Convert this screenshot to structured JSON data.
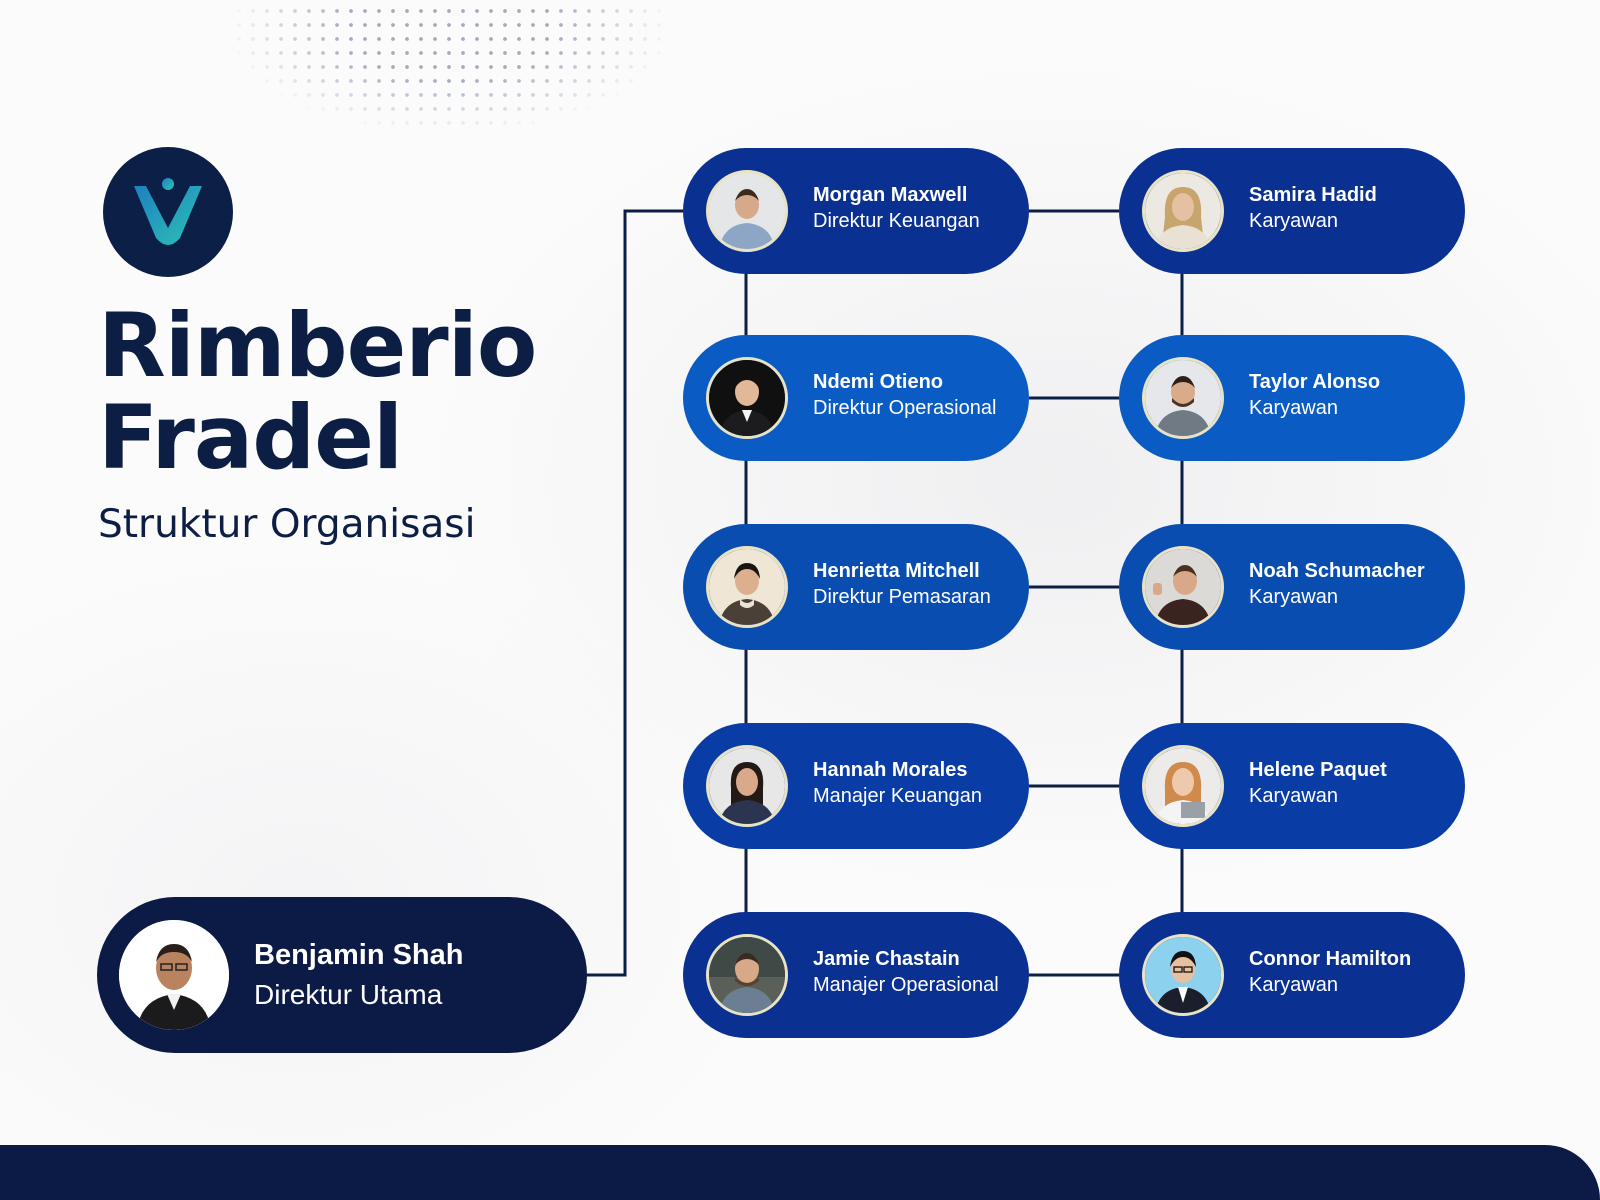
{
  "page": {
    "company_line1": "Rimberio",
    "company_line2": "Fradel",
    "subtitle": "Struktur Organisasi"
  },
  "colors": {
    "navy": "#0b1b46",
    "node_dark": "#0a3192",
    "node_mid": "#0a4db0",
    "node_bright": "#0a5cc4",
    "logo_accent": "#2aa8b8"
  },
  "icons": {
    "logo": "shield-v-logo-icon",
    "avatar": "person-photo-icon"
  },
  "ceo": {
    "name": "Benjamin Shah",
    "role": "Direktur Utama"
  },
  "directors": [
    {
      "name": "Morgan Maxwell",
      "role": "Direktur Keuangan"
    },
    {
      "name": "Ndemi Otieno",
      "role": "Direktur Operasional"
    },
    {
      "name": "Henrietta Mitchell",
      "role": "Direktur Pemasaran"
    },
    {
      "name": "Hannah Morales",
      "role": "Manajer Keuangan"
    },
    {
      "name": "Jamie Chastain",
      "role": "Manajer Operasional"
    }
  ],
  "employees": [
    {
      "name": "Samira Hadid",
      "role": "Karyawan"
    },
    {
      "name": "Taylor Alonso",
      "role": "Karyawan"
    },
    {
      "name": "Noah Schumacher",
      "role": "Karyawan"
    },
    {
      "name": "Helene Paquet",
      "role": "Karyawan"
    },
    {
      "name": "Connor Hamilton",
      "role": "Karyawan"
    }
  ]
}
